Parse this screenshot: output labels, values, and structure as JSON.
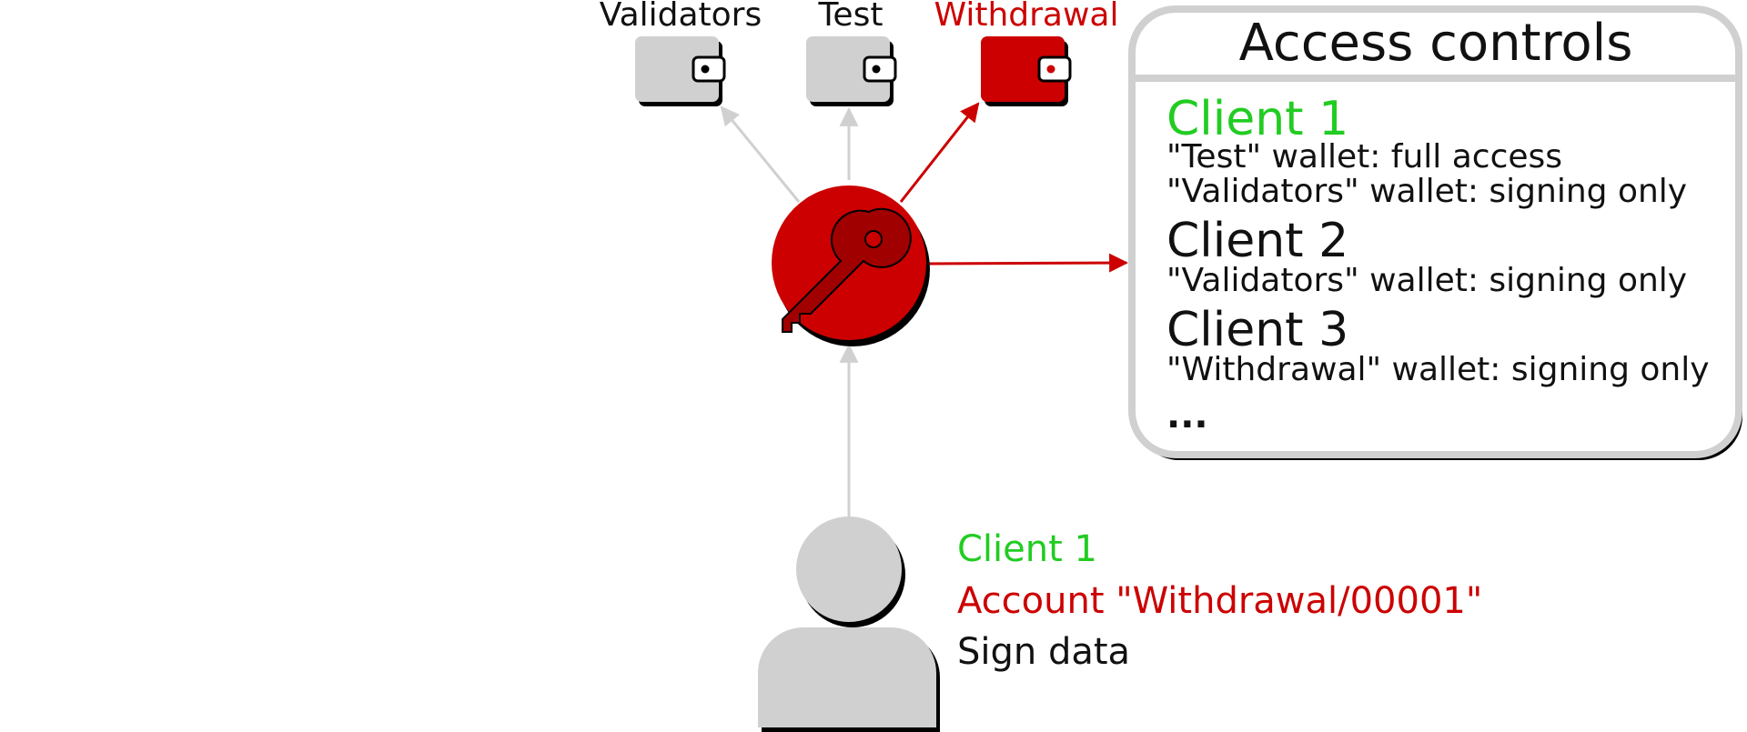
{
  "colors": {
    "green": "#22cc22",
    "red": "#cc0000",
    "dark_red": "#a00000",
    "gray": "#d0d0d0",
    "outline": "#000000",
    "text": "#111111"
  },
  "wallets": [
    {
      "label": "Validators",
      "highlighted": false
    },
    {
      "label": "Test",
      "highlighted": false
    },
    {
      "label": "Withdrawal",
      "highlighted": true
    }
  ],
  "signer": {
    "icon": "key-icon"
  },
  "access_panel": {
    "title": "Access controls",
    "clients": [
      {
        "name": "Client 1",
        "name_color": "green",
        "rules": [
          "\"Test\" wallet: full access",
          "\"Validators\" wallet: signing only"
        ]
      },
      {
        "name": "Client 2",
        "name_color": "text",
        "rules": [
          "\"Validators\" wallet: signing only"
        ]
      },
      {
        "name": "Client 3",
        "name_color": "text",
        "rules": [
          "\"Withdrawal\" wallet: signing only"
        ]
      }
    ],
    "ellipsis": "..."
  },
  "request": {
    "client": "Client 1",
    "account": "Account \"Withdrawal/00001\"",
    "action": "Sign data"
  },
  "user": {
    "icon": "user-icon"
  }
}
